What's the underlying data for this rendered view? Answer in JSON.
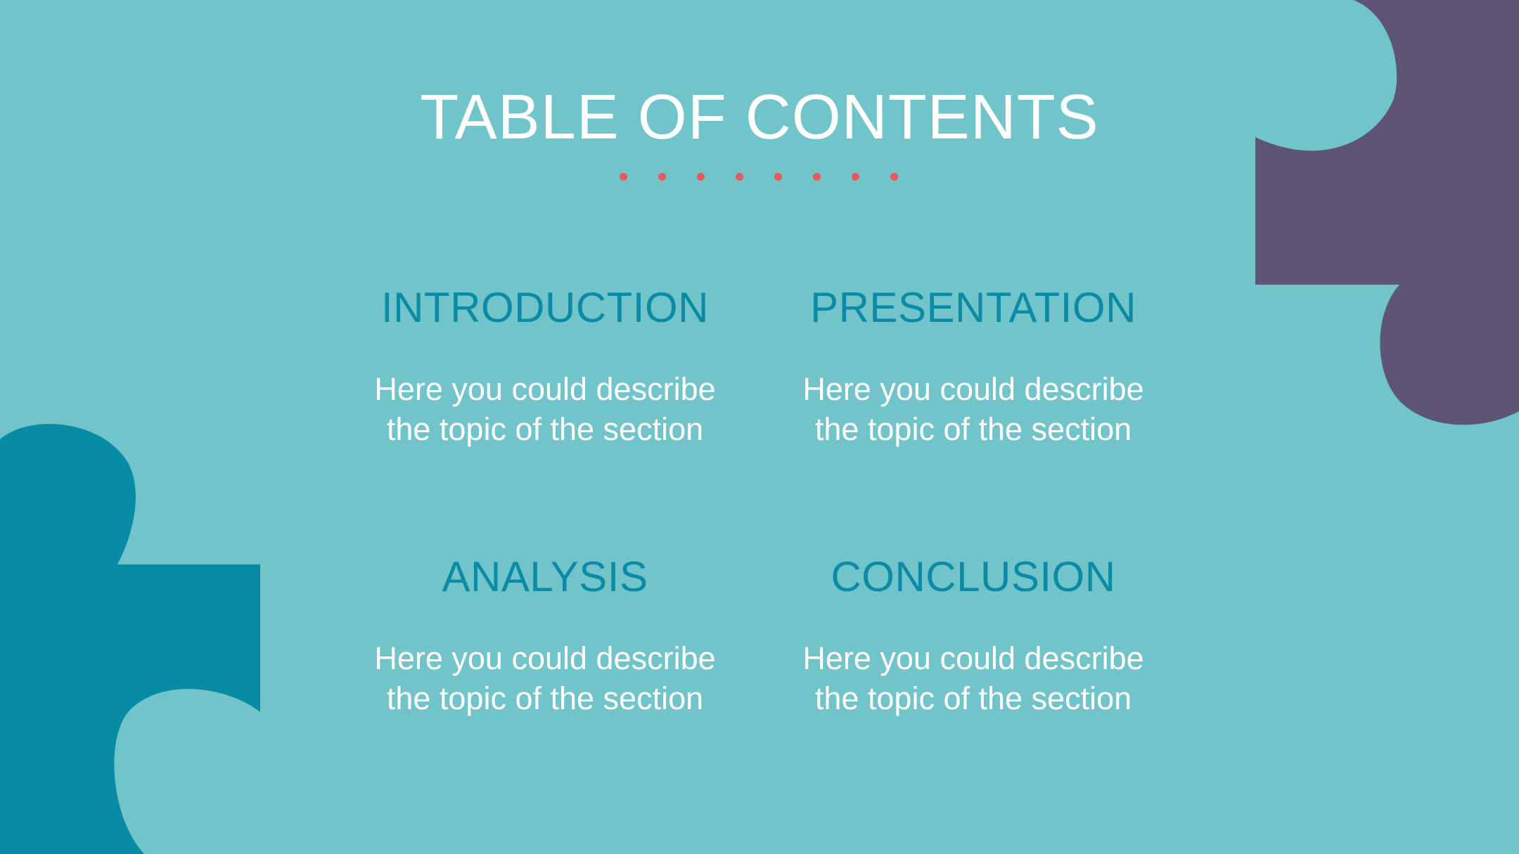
{
  "slide": {
    "title": "TABLE OF CONTENTS",
    "dot_count": 8,
    "sections": [
      {
        "heading": "INTRODUCTION",
        "text": "Here you could describe the topic of the section"
      },
      {
        "heading": "PRESENTATION",
        "text": "Here you could describe the topic of the section"
      },
      {
        "heading": "ANALYSIS",
        "text": "Here you could describe the topic of the section"
      },
      {
        "heading": "CONCLUSION",
        "text": "Here you could describe the topic of the section"
      }
    ]
  },
  "colors": {
    "background": "#71c5ca",
    "title": "#ffffff",
    "heading": "#0b8ba6",
    "body_text": "#ffffff",
    "dots": "#e8585a",
    "puzzle_teal": "#088ca6",
    "puzzle_purple": "#5e5574"
  },
  "decorations": {
    "top_right": "puzzle-piece-purple",
    "bottom_left": "puzzle-piece-teal"
  }
}
